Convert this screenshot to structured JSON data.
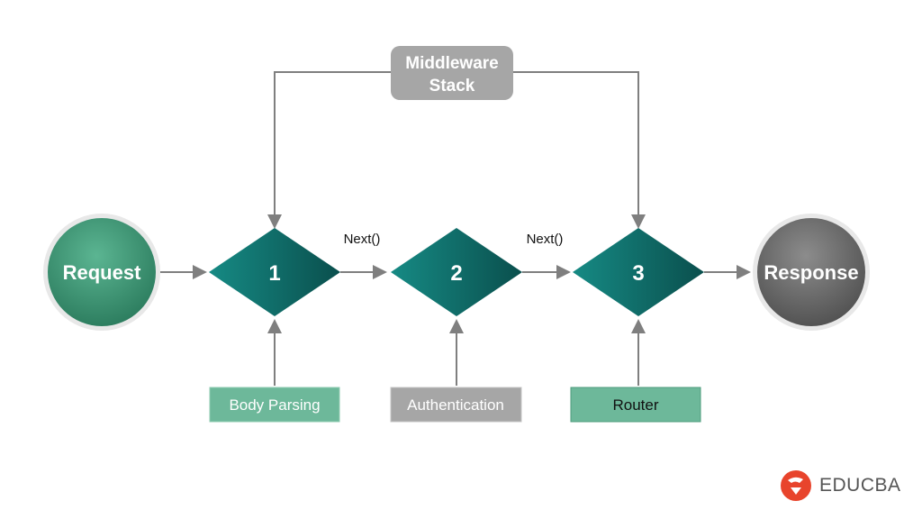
{
  "stack_label": {
    "line1": "Middleware",
    "line2": "Stack"
  },
  "request": {
    "label": "Request"
  },
  "response": {
    "label": "Response"
  },
  "steps": [
    {
      "number": "1",
      "label": "Body Parsing"
    },
    {
      "number": "2",
      "label": "Authentication"
    },
    {
      "number": "3",
      "label": "Router"
    }
  ],
  "next_labels": [
    "Next()",
    "Next()"
  ],
  "brand": {
    "name": "EDUCBA"
  },
  "colors": {
    "teal_dark": "#0c5e5b",
    "teal_light": "#16807a",
    "green_circle": "#3e9a78",
    "green_box": "#6db89a",
    "gray_box": "#a6a6a6",
    "arrow": "#7f7f7f",
    "brand_red": "#e8442c"
  }
}
